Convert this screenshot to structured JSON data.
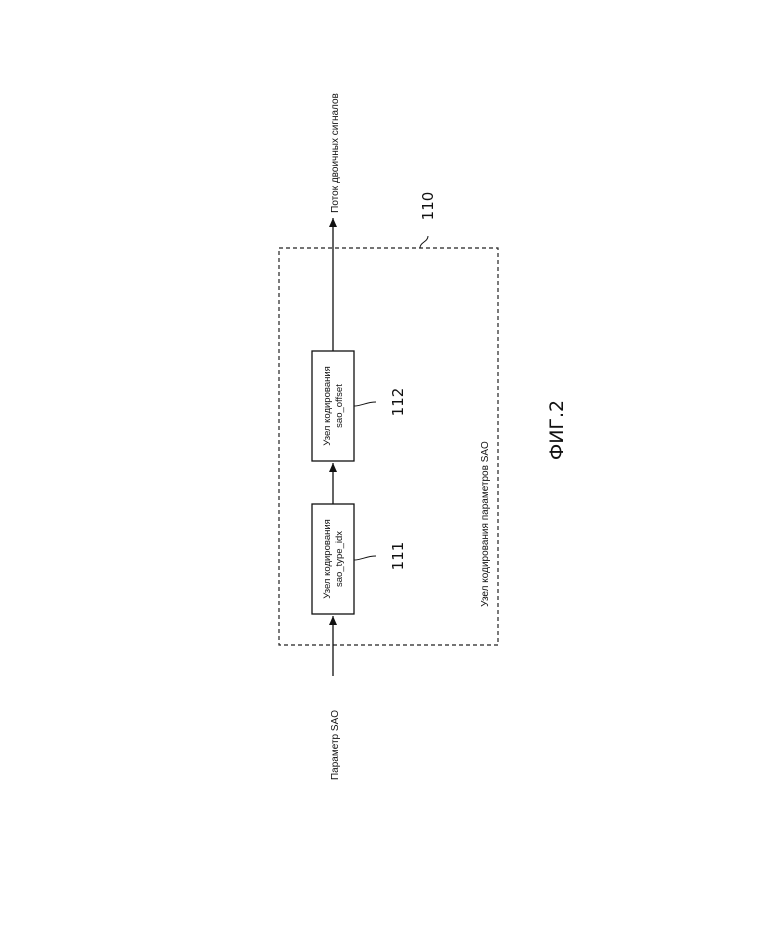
{
  "diagram": {
    "input_label": "Параметр SAO",
    "output_label": "Поток двоичных сигналов",
    "unit": {
      "ref": "110",
      "label": "Узел кодирования параметров SAO"
    },
    "block_111": {
      "ref": "111",
      "line1": "Узел кодирования",
      "line2": "sao_type_idx"
    },
    "block_112": {
      "ref": "112",
      "line1": "Узел кодирования",
      "line2": "sao_offset"
    },
    "figure_caption": "ФИГ.2"
  }
}
